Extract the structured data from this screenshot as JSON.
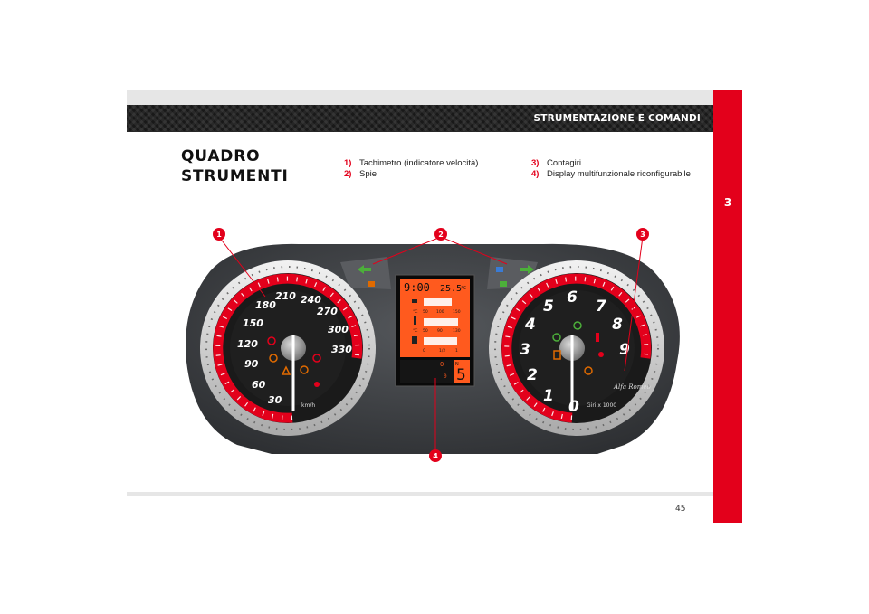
{
  "header": {
    "section_title": "STRUMENTAZIONE E COMANDI",
    "chapter": "3"
  },
  "title": {
    "line1": "QUADRO",
    "line2": "STRUMENTI"
  },
  "legend": [
    {
      "num": "1)",
      "text": "Tachimetro (indicatore velocità)"
    },
    {
      "num": "2)",
      "text": "Spie"
    },
    {
      "num": "3)",
      "text": "Contagiri"
    },
    {
      "num": "4)",
      "text": "Display multifunzionale riconfigurabile"
    }
  ],
  "callouts": [
    "1",
    "2",
    "3",
    "4"
  ],
  "speedometer": {
    "ticks": [
      "30",
      "60",
      "90",
      "120",
      "150",
      "180",
      "210",
      "240",
      "270",
      "300",
      "330"
    ],
    "unit": "km/h"
  },
  "tachometer": {
    "ticks": [
      "0",
      "1",
      "2",
      "3",
      "4",
      "5",
      "6",
      "7",
      "8",
      "9"
    ],
    "unit": "Giri x 1000",
    "brand": "Alfa Romeo"
  },
  "display": {
    "clock": "9:00",
    "temperature": "25.5",
    "temp_unit": "°C",
    "oil_scale": [
      "°C",
      "50",
      "100",
      "150"
    ],
    "coolant_scale": [
      "°C",
      "50",
      "90",
      "130"
    ],
    "fuel_scale": [
      "0",
      "1/2",
      "1"
    ],
    "odometer": "0",
    "trip": "0",
    "gear": "5",
    "gear_label": "N"
  },
  "colors": {
    "accent": "#e3001b",
    "gauge_red": "#e3001b",
    "display_orange": "#ff5a1e",
    "cluster_body": "#3d3f42"
  },
  "page_number": "45"
}
